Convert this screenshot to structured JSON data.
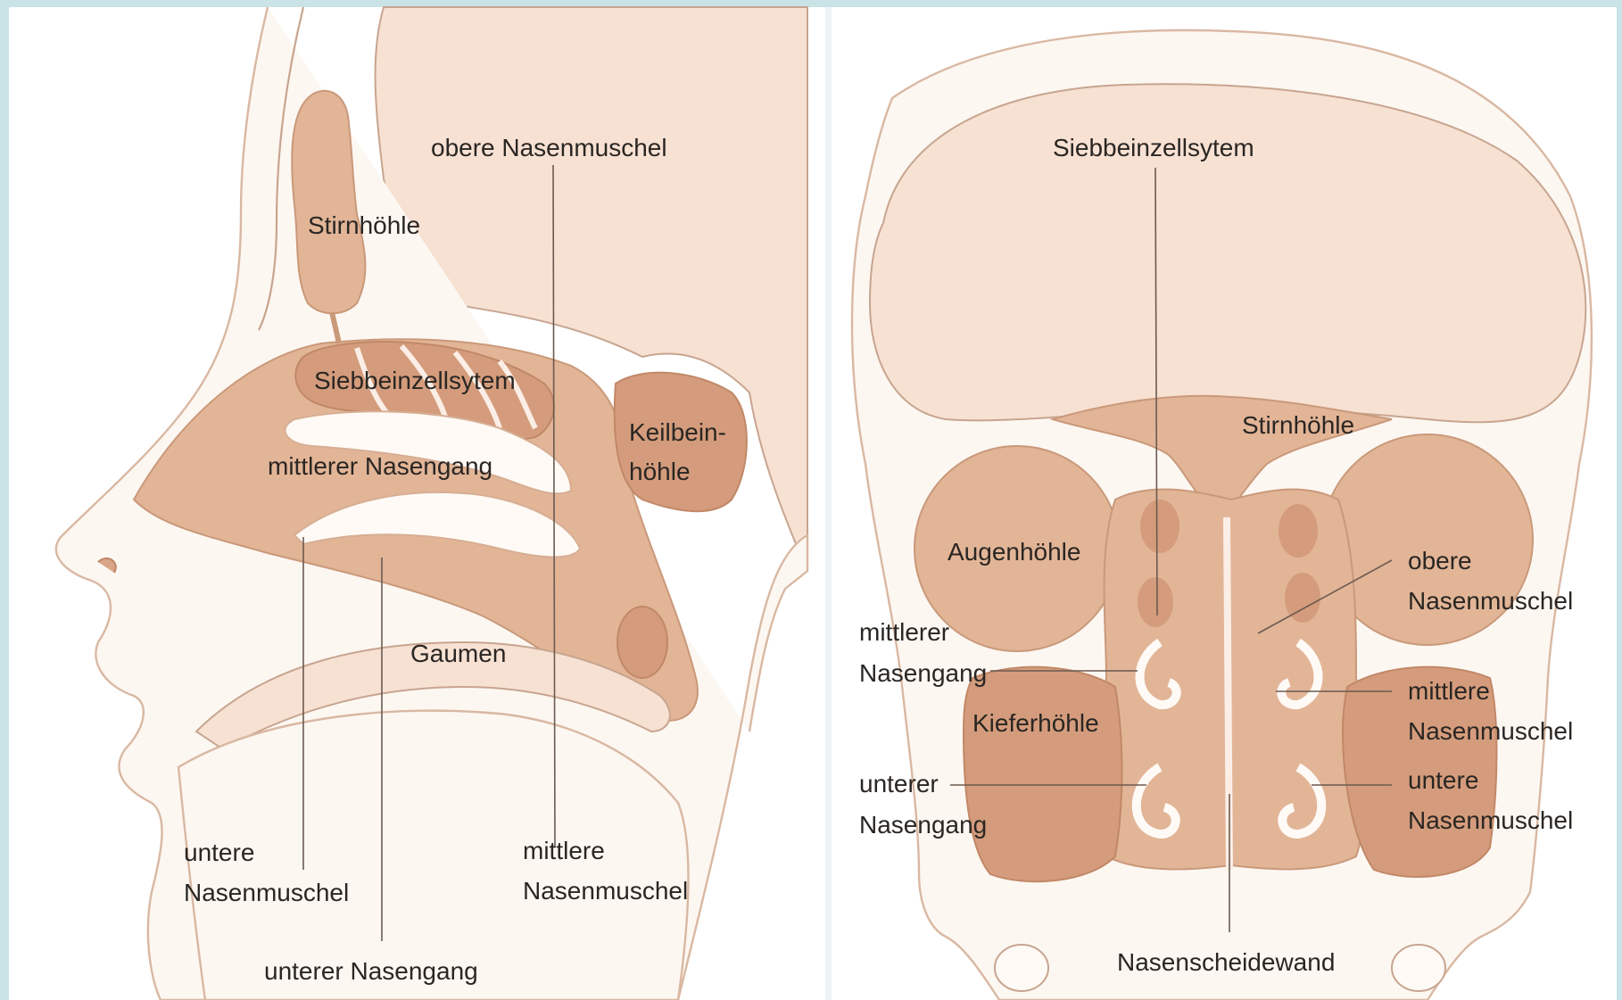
{
  "left_panel": {
    "labels": {
      "obere_nasenmuschel": "obere Nasenmuschel",
      "stirnhoehle": "Stirnhöhle",
      "siebbeinzellsytem": "Siebbeinzellsytem",
      "keilbein_1": "Keilbein-",
      "keilbein_2": "höhle",
      "mittlerer_nasengang": "mittlerer Nasengang",
      "gaumen": "Gaumen",
      "untere_nm_1": "untere",
      "untere_nm_2": "Nasenmuschel",
      "mittlere_nm_1": "mittlere",
      "mittlere_nm_2": "Nasenmuschel",
      "unterer_nasengang": "unterer Nasengang"
    }
  },
  "right_panel": {
    "labels": {
      "siebbeinzellsytem": "Siebbeinzellsytem",
      "stirnhoehle": "Stirnhöhle",
      "augenhoehle": "Augenhöhle",
      "obere_nm_1": "obere",
      "obere_nm_2": "Nasenmuschel",
      "mittlerer_ng_1": "mittlerer",
      "mittlerer_ng_2": "Nasengang",
      "kieferhoehle": "Kieferhöhle",
      "mittlere_nm_1": "mittlere",
      "mittlere_nm_2": "Nasenmuschel",
      "unterer_ng_1": "unterer",
      "unterer_ng_2": "Nasengang",
      "untere_nm_1": "untere",
      "untere_nm_2": "Nasenmuschel",
      "nasenscheidewand": "Nasenscheidewand"
    }
  },
  "colors": {
    "frame": "#c9e3e6",
    "panel": "#ffffff",
    "bone": "#fbeee6",
    "cavity": "#e2b597",
    "cavity_dark": "#d49c7c",
    "text": "#2a2623"
  }
}
